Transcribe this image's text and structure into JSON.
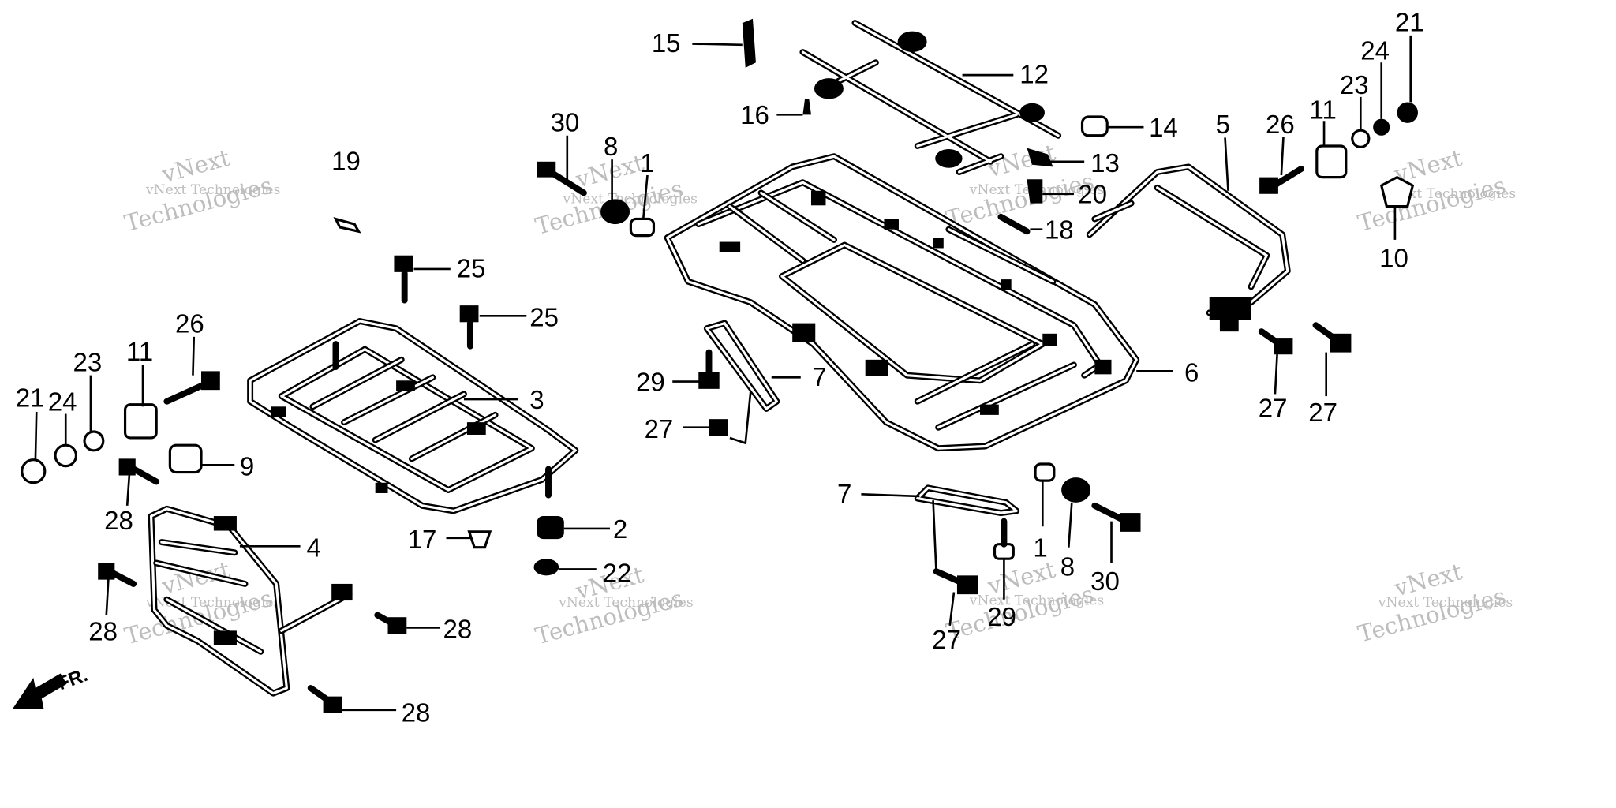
{
  "watermark": {
    "line1": "vNext Technologies",
    "line2": "vNext",
    "line3": "Technologies"
  },
  "arrow_label": "FR.",
  "callouts": [
    {
      "id": "c15a",
      "text": "15"
    },
    {
      "id": "c12a",
      "text": "12"
    },
    {
      "id": "c16a",
      "text": "16"
    },
    {
      "id": "c14a",
      "text": "14"
    },
    {
      "id": "c13a",
      "text": "13"
    },
    {
      "id": "c20a",
      "text": "20"
    },
    {
      "id": "c18a",
      "text": "18"
    },
    {
      "id": "c30a",
      "text": "30"
    },
    {
      "id": "c8a",
      "text": "8"
    },
    {
      "id": "c1a",
      "text": "1"
    },
    {
      "id": "c19a",
      "text": "19"
    },
    {
      "id": "c5a",
      "text": "5"
    },
    {
      "id": "c26a",
      "text": "26"
    },
    {
      "id": "c11a",
      "text": "11"
    },
    {
      "id": "c23a",
      "text": "23"
    },
    {
      "id": "c24a",
      "text": "24"
    },
    {
      "id": "c21a",
      "text": "21"
    },
    {
      "id": "c10a",
      "text": "10"
    },
    {
      "id": "c25a",
      "text": "25"
    },
    {
      "id": "c25b",
      "text": "25"
    },
    {
      "id": "c26b",
      "text": "26"
    },
    {
      "id": "c11b",
      "text": "11"
    },
    {
      "id": "c23b",
      "text": "23"
    },
    {
      "id": "c21b",
      "text": "21"
    },
    {
      "id": "c24b",
      "text": "24"
    },
    {
      "id": "c3a",
      "text": "3"
    },
    {
      "id": "c9a",
      "text": "9"
    },
    {
      "id": "c28a",
      "text": "28"
    },
    {
      "id": "c29a",
      "text": "29"
    },
    {
      "id": "c7a",
      "text": "7"
    },
    {
      "id": "c6a",
      "text": "6"
    },
    {
      "id": "c27a",
      "text": "27"
    },
    {
      "id": "c27b",
      "text": "27"
    },
    {
      "id": "c27c",
      "text": "27"
    },
    {
      "id": "c7b",
      "text": "7"
    },
    {
      "id": "c1b",
      "text": "1"
    },
    {
      "id": "c8b",
      "text": "8"
    },
    {
      "id": "c30b",
      "text": "30"
    },
    {
      "id": "c17a",
      "text": "17"
    },
    {
      "id": "c2a",
      "text": "2"
    },
    {
      "id": "c22a",
      "text": "22"
    },
    {
      "id": "c4a",
      "text": "4"
    },
    {
      "id": "c28b",
      "text": "28"
    },
    {
      "id": "c28c",
      "text": "28"
    },
    {
      "id": "c28d",
      "text": "28"
    },
    {
      "id": "c27d",
      "text": "27"
    },
    {
      "id": "c29b",
      "text": "29"
    }
  ]
}
